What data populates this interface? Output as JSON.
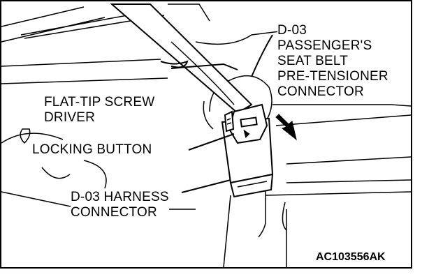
{
  "callouts": {
    "passenger_connector": [
      "D-03",
      "PASSENGER'S",
      "SEAT BELT",
      "PRE-TENSIONER",
      "CONNECTOR"
    ],
    "screwdriver": [
      "FLAT-TIP SCREW",
      "DRIVER"
    ],
    "locking_button": "LOCKING BUTTON",
    "harness_connector": [
      "D-03 HARNESS",
      "CONNECTOR"
    ]
  },
  "figure_code": "AC103556AK"
}
